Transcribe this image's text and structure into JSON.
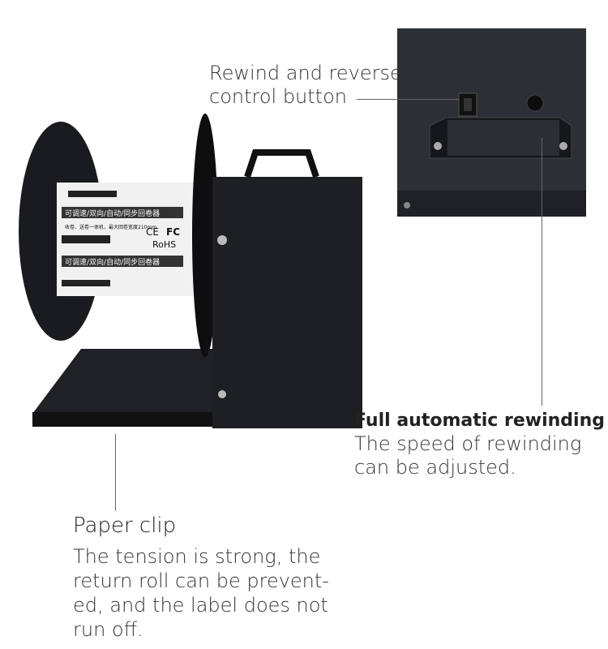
{
  "callouts": {
    "rewind_button": {
      "line1": "Rewind and reverse",
      "line2": "control button"
    },
    "auto_rewind": {
      "title": "Full automatic rewinding",
      "line1": "The speed of rewinding",
      "line2": "can be adjusted."
    },
    "paper_clip": {
      "title": "Paper clip",
      "lines": [
        "The tension is strong, the",
        "return roll can be prevent-",
        "ed, and the label does not",
        "run off."
      ]
    }
  },
  "roll_label": {
    "title": "可调速/双向/自动/同步回卷器",
    "subtitle": "收卷、送卷一体机，最大回卷宽度210mm",
    "marks": [
      "CE",
      "FC",
      "RoHS"
    ]
  },
  "colors": {
    "machine": "#1e1f22",
    "inset_bg": "#2c2f36"
  }
}
